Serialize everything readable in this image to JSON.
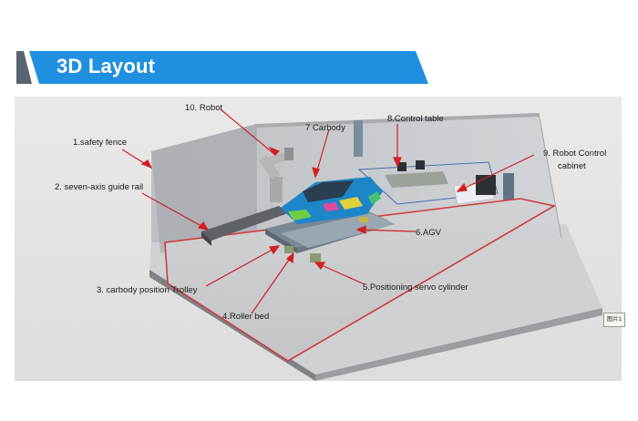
{
  "header": {
    "title": "3D Layout"
  },
  "labels": {
    "robot": "10. Robot",
    "carbody": "7 Carbody",
    "control_table": "8.Control table",
    "safety_fence": "1.safety fence",
    "robot_cabinet_line1": "9.  Robot Control",
    "robot_cabinet_line2": "cabinet",
    "guide_rail": "2. seven-axis guide rail",
    "agv": "6.AGV",
    "servo_cylinder": "5.Positioning servo cylinder",
    "trolley": "3. carbody position Trolley",
    "roller_bed": "4.Roller bed"
  },
  "side_tag": "图片1",
  "colors": {
    "banner": "#1f8fe0",
    "banner_accent": "#5a6470",
    "fence_line": "#d23a3a",
    "callout": "#d21f1f",
    "car_body": "#1d86c9"
  }
}
